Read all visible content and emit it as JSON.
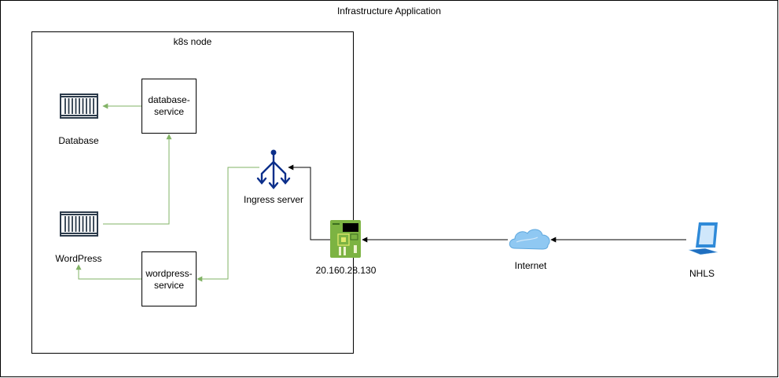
{
  "diagram": {
    "outer_title": "Infrastructure Application",
    "node_title": "k8s node",
    "database_service": "database-\nservice",
    "wordpress_service": "wordpress-\nservice",
    "database_label": "Database",
    "wordpress_label": "WordPress",
    "ingress_label": "Ingress server",
    "ip_label": "20.160.28.130",
    "internet_label": "Internet",
    "client_label": "NHLS"
  },
  "colors": {
    "green_edge": "#82b366",
    "black_edge": "#000000",
    "ingress_blue": "#0b2e8a",
    "card_green": "#7cb342",
    "cloud_blue": "#6fb3e8",
    "laptop_blue": "#2f8ad8"
  },
  "icons": [
    "container-icon",
    "ingress-icon",
    "network-card-icon",
    "cloud-icon",
    "laptop-icon"
  ]
}
